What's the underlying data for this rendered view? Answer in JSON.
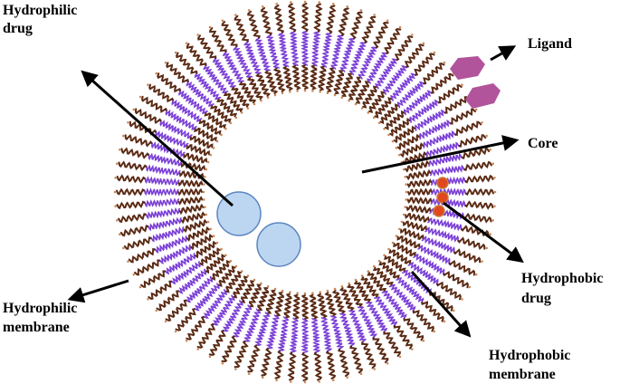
{
  "labels": {
    "hydrophilic_drug": [
      "Hydrophilic",
      "drug"
    ],
    "ligand": "Ligand",
    "core": "Core",
    "hydrophobic_drug": [
      "Hydrophobic",
      "drug"
    ],
    "hydrophilic_membrane": [
      "Hydrophilic",
      "membrane"
    ],
    "hydrophobic_membrane": [
      "Hydrophobic",
      "membrane"
    ]
  },
  "colors": {
    "head_chain": "#5a2a14",
    "head_dot": "#c98a5a",
    "tail_chain": "#7a3fd6",
    "drug_blue_fill": "#bcd6f2",
    "drug_blue_stroke": "#5b86bf",
    "drug_red_fill": "#e0491d",
    "drug_red_stroke": "#c97a3a",
    "ligand": "#b1549b",
    "arrow": "#000000"
  },
  "icons": {
    "hydrophilic_drug": "blue-sphere-icon",
    "hydrophobic_drug": "red-dot-icon",
    "ligand": "hexagon-icon"
  }
}
